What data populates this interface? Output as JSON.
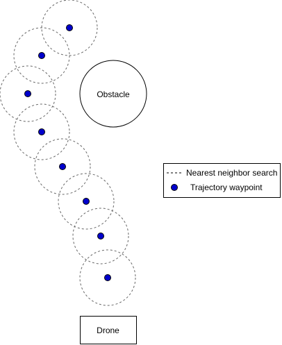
{
  "obstacle": {
    "label": "Obstacle"
  },
  "drone": {
    "label": "Drone"
  },
  "legend": {
    "search_label": "Nearest neighbor search",
    "waypoint_label": "Trajectory waypoint"
  },
  "waypoint_count": 8,
  "colors": {
    "waypoint_fill": "#0000cc",
    "waypoint_stroke": "#000000",
    "search_circle_stroke": "#666666",
    "box_stroke": "#000000",
    "background": "#ffffff"
  }
}
